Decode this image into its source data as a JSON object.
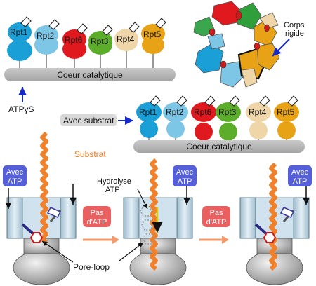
{
  "top_left": {
    "subunits": [
      "Rpt1",
      "Rpt2",
      "Rpt6",
      "Rpt3",
      "Rpt4",
      "Rpt5"
    ],
    "core_label": "Coeur catalytique",
    "nucleotide_label": "ATPγS"
  },
  "top_right": {
    "rigid_body_label_line1": "Corps",
    "rigid_body_label_line2": "rigide"
  },
  "middle": {
    "substrate_arrow_label": "Avec substrat",
    "subunits": [
      "Rpt1",
      "Rpt2",
      "Rpt6",
      "Rpt3",
      "Rpt4",
      "Rpt5"
    ],
    "core_label": "Coeur catalytique",
    "substrate_label": "Substrat"
  },
  "bottom": {
    "with_atp_line1": "Avec",
    "with_atp_line2": "ATP",
    "no_atp_line1": "Pas",
    "no_atp_line2": "d'ATP",
    "hydrolysis_line1": "Hydrolyse",
    "hydrolysis_line2": "ATP",
    "pore_loop_label": "Pore-loop"
  },
  "colors": {
    "rpt1": "#1a9fd6",
    "rpt2": "#7ec6e6",
    "rpt6": "#e0191f",
    "rpt3": "#5cae2a",
    "rpt4": "#eed6a8",
    "rpt5": "#e8a216",
    "core": "#b7b7b7",
    "substrate": "#f0802a",
    "atp_badge": "#5560d8",
    "no_atp_badge": "#ea6060",
    "channel": "#c4dcea",
    "arrow_blue": "#1528c8",
    "arrow_orange": "#f59a6a"
  }
}
